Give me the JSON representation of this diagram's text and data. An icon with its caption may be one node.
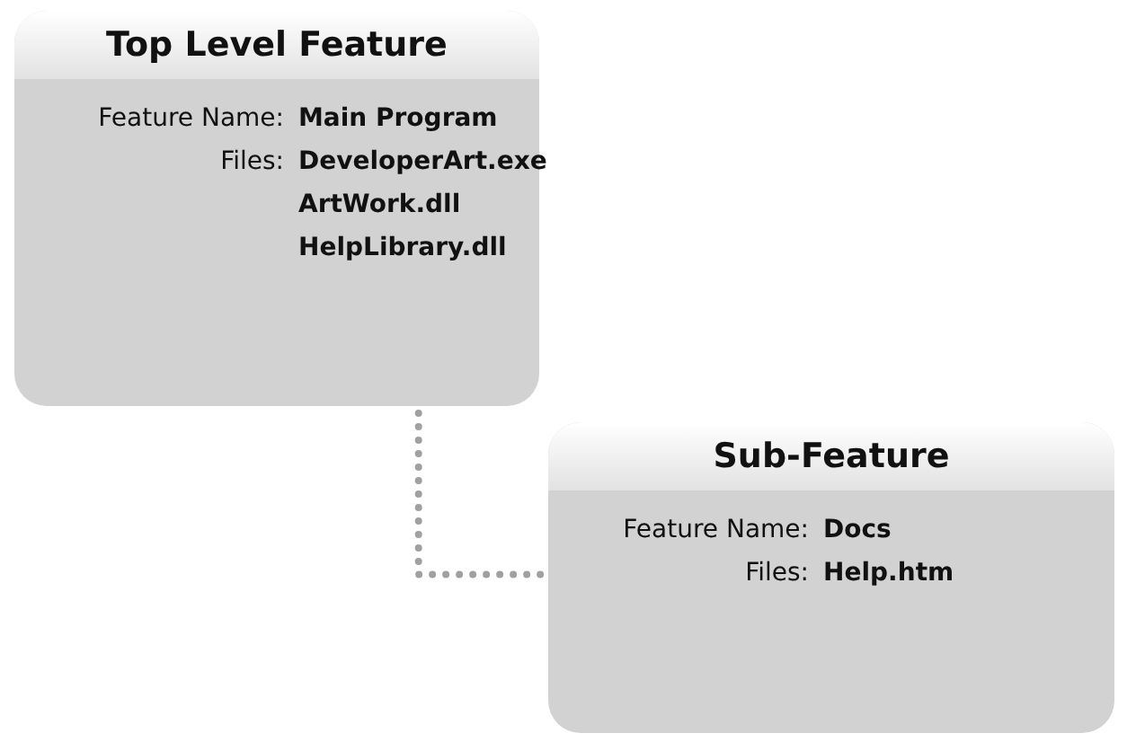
{
  "diagram": {
    "nodes": [
      {
        "text": [
          "Top Level Feature",
          "Feature Name:",
          "Main Program",
          "Files:",
          "DeveloperArt.exe",
          "ArtWork.dll",
          "HelpLibrary.dll"
        ]
      },
      {
        "text": [
          "Sub-Feature",
          "Feature Name:",
          "Docs",
          "Files:",
          "Help.htm"
        ]
      }
    ],
    "edges": [
      {
        "from": 0,
        "to": 1,
        "arrow": "none",
        "style": "dashed"
      }
    ]
  }
}
